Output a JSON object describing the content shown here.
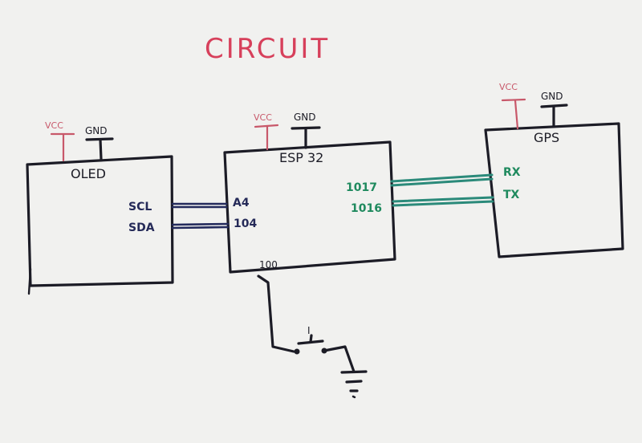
{
  "title": "CIRCUIT",
  "colors": {
    "paper": "#f1f1ef",
    "ink": "#1c1c26",
    "title": "#d7405b",
    "vcc": "#c8586a",
    "i2c_pins": "#252a58",
    "uart_pins": "#1f8a5e"
  },
  "oled": {
    "name": "OLED",
    "vcc": "VCC",
    "gnd": "GND",
    "pins": [
      "SCL",
      "SDA"
    ]
  },
  "esp32": {
    "name": "ESP 32",
    "vcc": "VCC",
    "gnd": "GND",
    "pins_left": [
      "A4",
      "104"
    ],
    "pins_right": [
      "1017",
      "1016"
    ],
    "pin_bottom": "100"
  },
  "gps": {
    "name": "GPS",
    "vcc": "VCC",
    "gnd": "GND",
    "pins": [
      "RX",
      "TX"
    ]
  },
  "switch": {
    "label": "I"
  }
}
